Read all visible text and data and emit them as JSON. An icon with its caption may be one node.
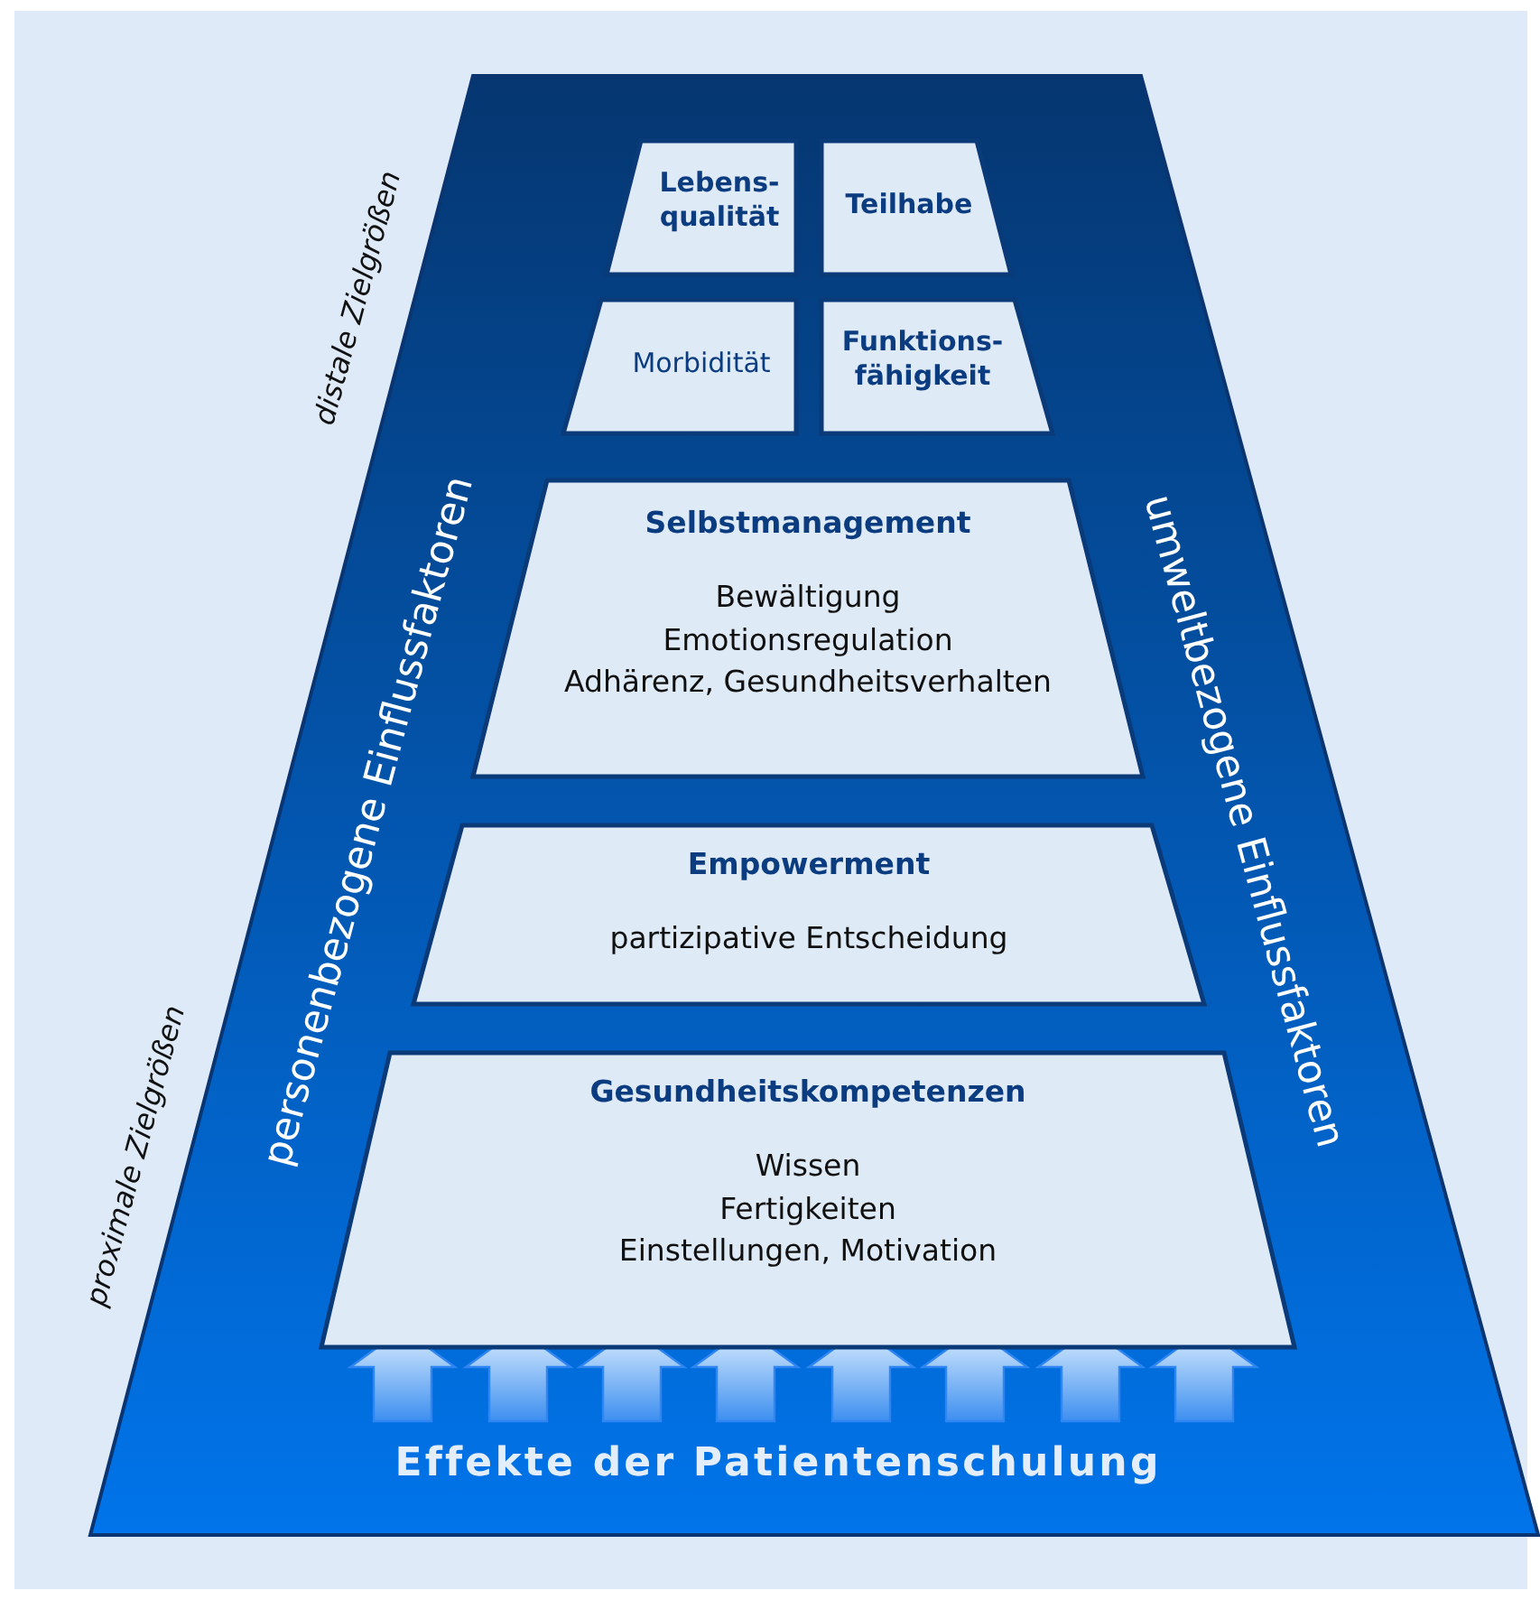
{
  "diagram": {
    "nodes": [
      {
        "text": [
          "personenbezogene Einflussfaktoren",
          "umweltbezogene Einflussfaktoren",
          "Effekte der Patientenschulung"
        ]
      },
      {
        "text": [
          "Lebens-qualität"
        ],
        "in": 0
      },
      {
        "text": [
          "Teilhabe"
        ],
        "in": 0
      },
      {
        "text": [
          "Morbidität"
        ],
        "in": 0
      },
      {
        "text": [
          "Funktions-fähigkeit"
        ],
        "in": 0
      },
      {
        "text": [
          "Selbstmanagement",
          "Bewältigung",
          "Emotionsregulation",
          "Adhärenz, Gesundheitsverhalten"
        ],
        "in": 0
      },
      {
        "text": [
          "Empowerment",
          "partizipative Entscheidung"
        ],
        "in": 0
      },
      {
        "text": [
          "Gesundheitskompetenzen",
          "Wissen",
          "Fertigkeiten",
          "Einstellungen, Motivation"
        ],
        "in": 0
      }
    ],
    "labels": [
      "distale Zielgrößen",
      "proximale Zielgrößen"
    ]
  }
}
